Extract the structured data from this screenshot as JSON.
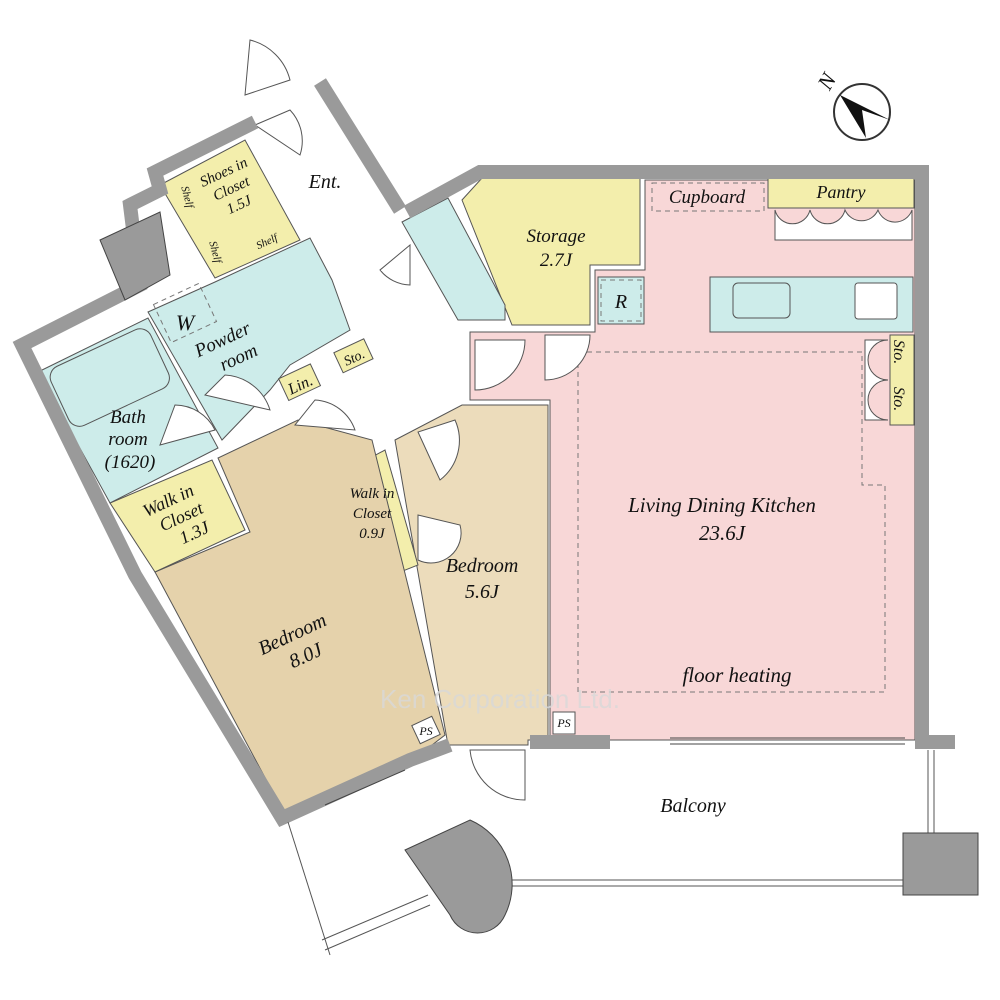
{
  "compass": {
    "label": "N"
  },
  "rooms": {
    "entrance": "Ent.",
    "shoes_closet": [
      "Shoes in",
      "Closet",
      "1.5J"
    ],
    "shelf": "Shelf",
    "washer": "W",
    "powder_room": [
      "Powder",
      "room"
    ],
    "linen": "Lin.",
    "storage_small": "Sto.",
    "bath": [
      "Bath",
      "room",
      "(1620)"
    ],
    "walk_in_closet_1": [
      "Walk in",
      "Closet",
      "1.3J"
    ],
    "walk_in_closet_2": [
      "Walk in",
      "Closet",
      "0.9J"
    ],
    "bedroom_1": [
      "Bedroom",
      "8.0J"
    ],
    "bedroom_2": [
      "Bedroom",
      "5.6J"
    ],
    "storage": [
      "Storage",
      "2.7J"
    ],
    "refrigerator": "R",
    "cupboard": "Cupboard",
    "pantry": "Pantry",
    "ldk": [
      "Living Dining Kitchen",
      "23.6J"
    ],
    "floor_heating": "floor heating",
    "ps": "PS",
    "balcony": "Balcony"
  },
  "watermark": "Ken Corporation Ltd.",
  "colors": {
    "wall": "#9a9a9a",
    "yellow": "#f3eeac",
    "pink": "#f8d7d7",
    "blue": "#cdecea",
    "tan": "#ecdcbb",
    "tan_dark": "#e5d2ab"
  }
}
